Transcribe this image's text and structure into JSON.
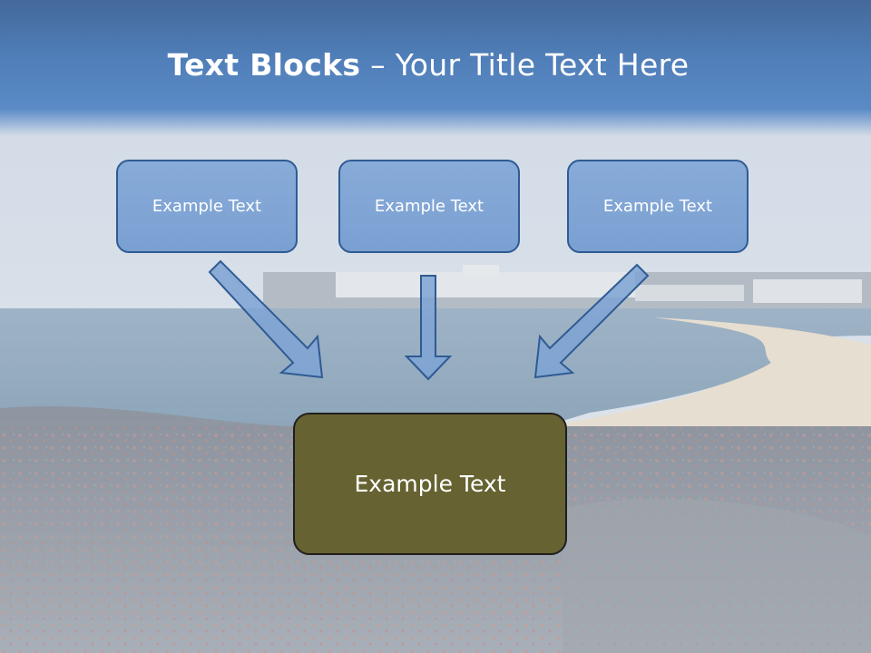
{
  "slide": {
    "title_bold": "Text Blocks",
    "title_sep": " – ",
    "title_rest": "Your Title Text Here",
    "boxes": [
      {
        "label": "Example Text"
      },
      {
        "label": "Example Text"
      },
      {
        "label": "Example Text"
      }
    ],
    "main_box": {
      "label": "Example Text"
    }
  },
  "colors": {
    "title_bar": "#4f7db7",
    "box_fill": "#7ea3d4",
    "box_border": "#2f5b93",
    "main_fill": "#666231",
    "arrow_fill": "#7ea3d4"
  }
}
